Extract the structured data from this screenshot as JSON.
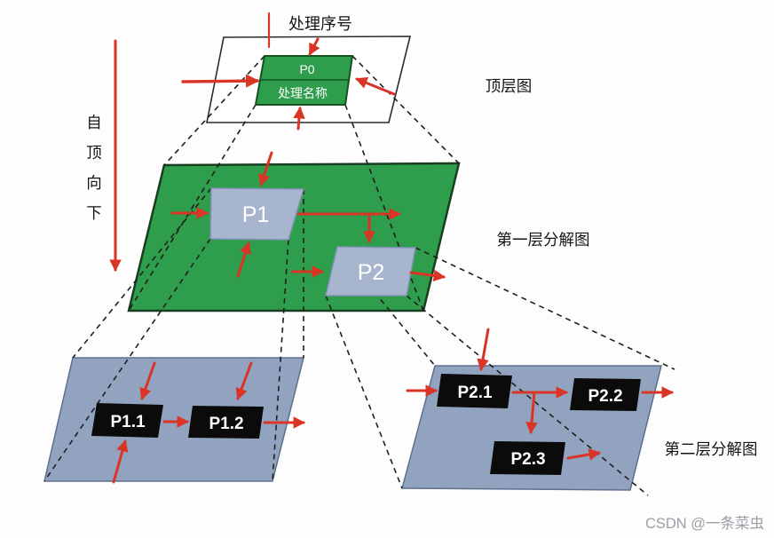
{
  "labels": {
    "process_number": "处理序号",
    "top_level_diagram": "顶层图",
    "first_level_diagram": "第一层分解图",
    "second_level_diagram": "第二层分解图",
    "top_down": "自顶向下"
  },
  "nodes": {
    "p0_id": "P0",
    "p0_name": "处理名称",
    "p1": "P1",
    "p2": "P2",
    "p1_1": "P1.1",
    "p1_2": "P1.2",
    "p2_1": "P2.1",
    "p2_2": "P2.2",
    "p2_3": "P2.3"
  },
  "watermark": "CSDN @一条菜虫",
  "colors": {
    "process_green": "#2f9e4c",
    "green_border": "#173f1f",
    "subprocess_blue": "#a7b5ce",
    "decomposition_sheet_blue": "#92a3bf",
    "leaf_box_black": "#0b0b0b",
    "arrow_red": "#d93425",
    "dashed_line": "#1f1f1f",
    "watermark_gray": "#9aa0a6"
  }
}
